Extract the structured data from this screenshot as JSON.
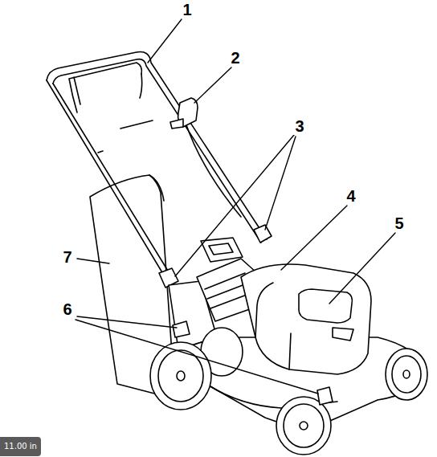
{
  "diagram": {
    "labels": [
      "1",
      "2",
      "3",
      "4",
      "5",
      "6",
      "7",
      "11.00 in"
    ]
  }
}
